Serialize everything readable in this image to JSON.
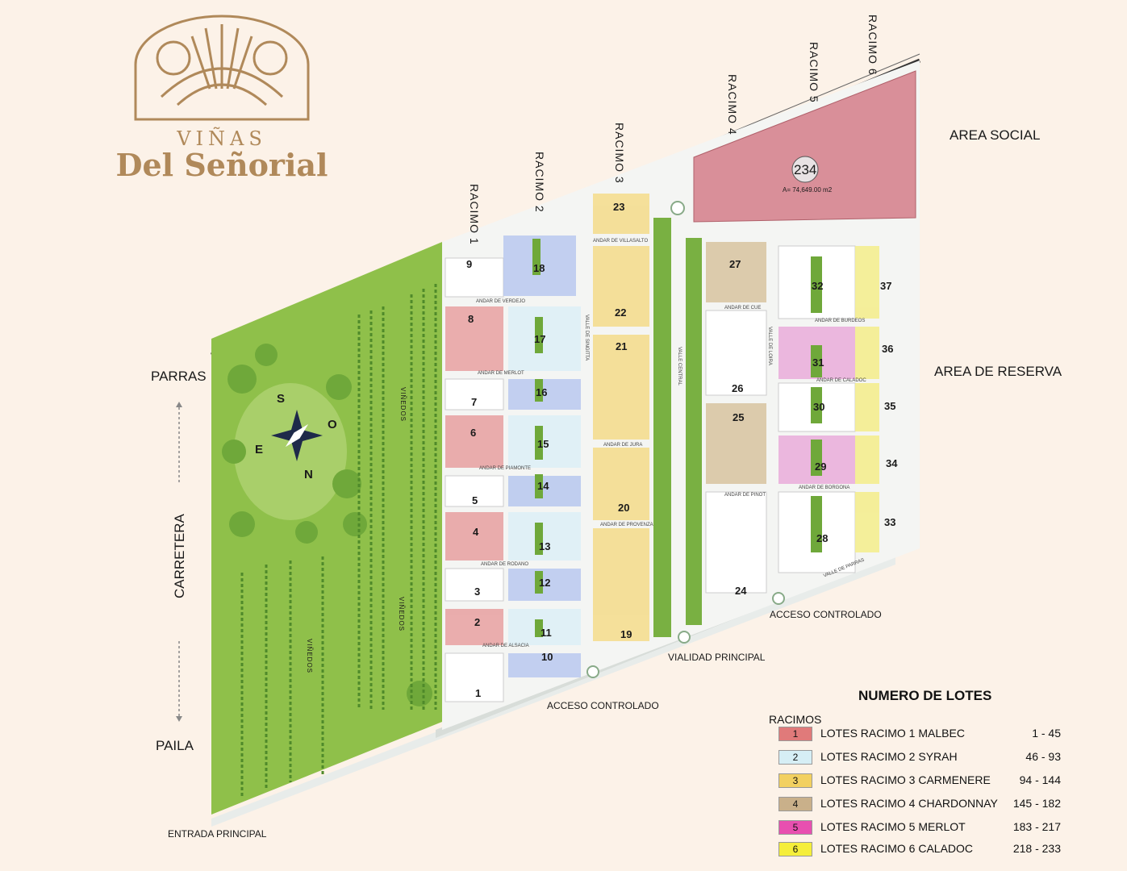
{
  "logo": {
    "line1": "VIÑAS",
    "line2": "Del Señorial"
  },
  "labels": {
    "area_social": "AREA SOCIAL",
    "area_reserva": "AREA DE RESERVA",
    "parras": "PARRAS",
    "carretera": "CARRETERA",
    "paila": "PAILA",
    "entrada": "ENTRADA PRINCIPAL",
    "acceso_left": "ACCESO CONTROLADO",
    "acceso_right": "ACCESO CONTROLADO",
    "vialidad": "VIALIDAD PRINCIPAL",
    "racimo1": "RACIMO 1",
    "racimo2": "RACIMO 2",
    "racimo3": "RACIMO 3",
    "racimo4": "RACIMO 4",
    "racimo5": "RACIMO 5",
    "racimo6": "RACIMO 6",
    "lot234": "234",
    "lot234_area": "A= 74,649.00 m2",
    "compass": {
      "n": "N",
      "s": "S",
      "e": "E",
      "o": "O"
    },
    "vinedos": "VIÑEDOS"
  },
  "streets": [
    "ANDAR DE VERDEJO",
    "ANDAR DE MERLOT",
    "ANDAR DE PIAMONTE",
    "ANDAR DE RODANO",
    "ANDAR DE ALSACIA",
    "ANDAR DE VILLASALTO",
    "ANDAR DE JURA",
    "ANDAR DE PROVENZA",
    "ANDAR DE CUE",
    "ANDAR DE BURDEOS",
    "ANDAR DE CALADOC",
    "ANDAR DE PINOT",
    "ANDAR DE BORGONA",
    "VALLE DE PARRAS",
    "VALLE CENTRAL",
    "VALLE DE LOIRA",
    "VALLE DE SINGITTA"
  ],
  "blocks": [
    {
      "n": "1"
    },
    {
      "n": "2"
    },
    {
      "n": "3"
    },
    {
      "n": "4"
    },
    {
      "n": "5"
    },
    {
      "n": "6"
    },
    {
      "n": "7"
    },
    {
      "n": "8"
    },
    {
      "n": "9"
    },
    {
      "n": "10"
    },
    {
      "n": "11"
    },
    {
      "n": "12"
    },
    {
      "n": "13"
    },
    {
      "n": "14"
    },
    {
      "n": "15"
    },
    {
      "n": "16"
    },
    {
      "n": "17"
    },
    {
      "n": "18"
    },
    {
      "n": "19"
    },
    {
      "n": "20"
    },
    {
      "n": "21"
    },
    {
      "n": "22"
    },
    {
      "n": "23"
    },
    {
      "n": "24"
    },
    {
      "n": "25"
    },
    {
      "n": "26"
    },
    {
      "n": "27"
    },
    {
      "n": "28"
    },
    {
      "n": "29"
    },
    {
      "n": "30"
    },
    {
      "n": "31"
    },
    {
      "n": "32"
    },
    {
      "n": "33"
    },
    {
      "n": "34"
    },
    {
      "n": "35"
    },
    {
      "n": "36"
    },
    {
      "n": "37"
    }
  ],
  "legend": {
    "title": "NUMERO DE LOTES",
    "subtitle": "RACIMOS",
    "rows": [
      {
        "key": "1",
        "label": "LOTES RACIMO 1 MALBEC",
        "range": "1 - 45",
        "color": "#e07a7a"
      },
      {
        "key": "2",
        "label": "LOTES RACIMO 2 SYRAH",
        "range": "46 - 93",
        "color": "#d6eef5"
      },
      {
        "key": "3",
        "label": "LOTES RACIMO 3 CARMENERE",
        "range": "94 - 144",
        "color": "#f2d060"
      },
      {
        "key": "4",
        "label": "LOTES RACIMO 4 CHARDONNAY",
        "range": "145 - 182",
        "color": "#c9b08a"
      },
      {
        "key": "5",
        "label": "LOTES RACIMO 5 MERLOT",
        "range": "183 - 217",
        "color": "#e84fb0"
      },
      {
        "key": "6",
        "label": "LOTES RACIMO 6 CALADOC",
        "range": "218 - 233",
        "color": "#f5ee3a"
      }
    ]
  }
}
